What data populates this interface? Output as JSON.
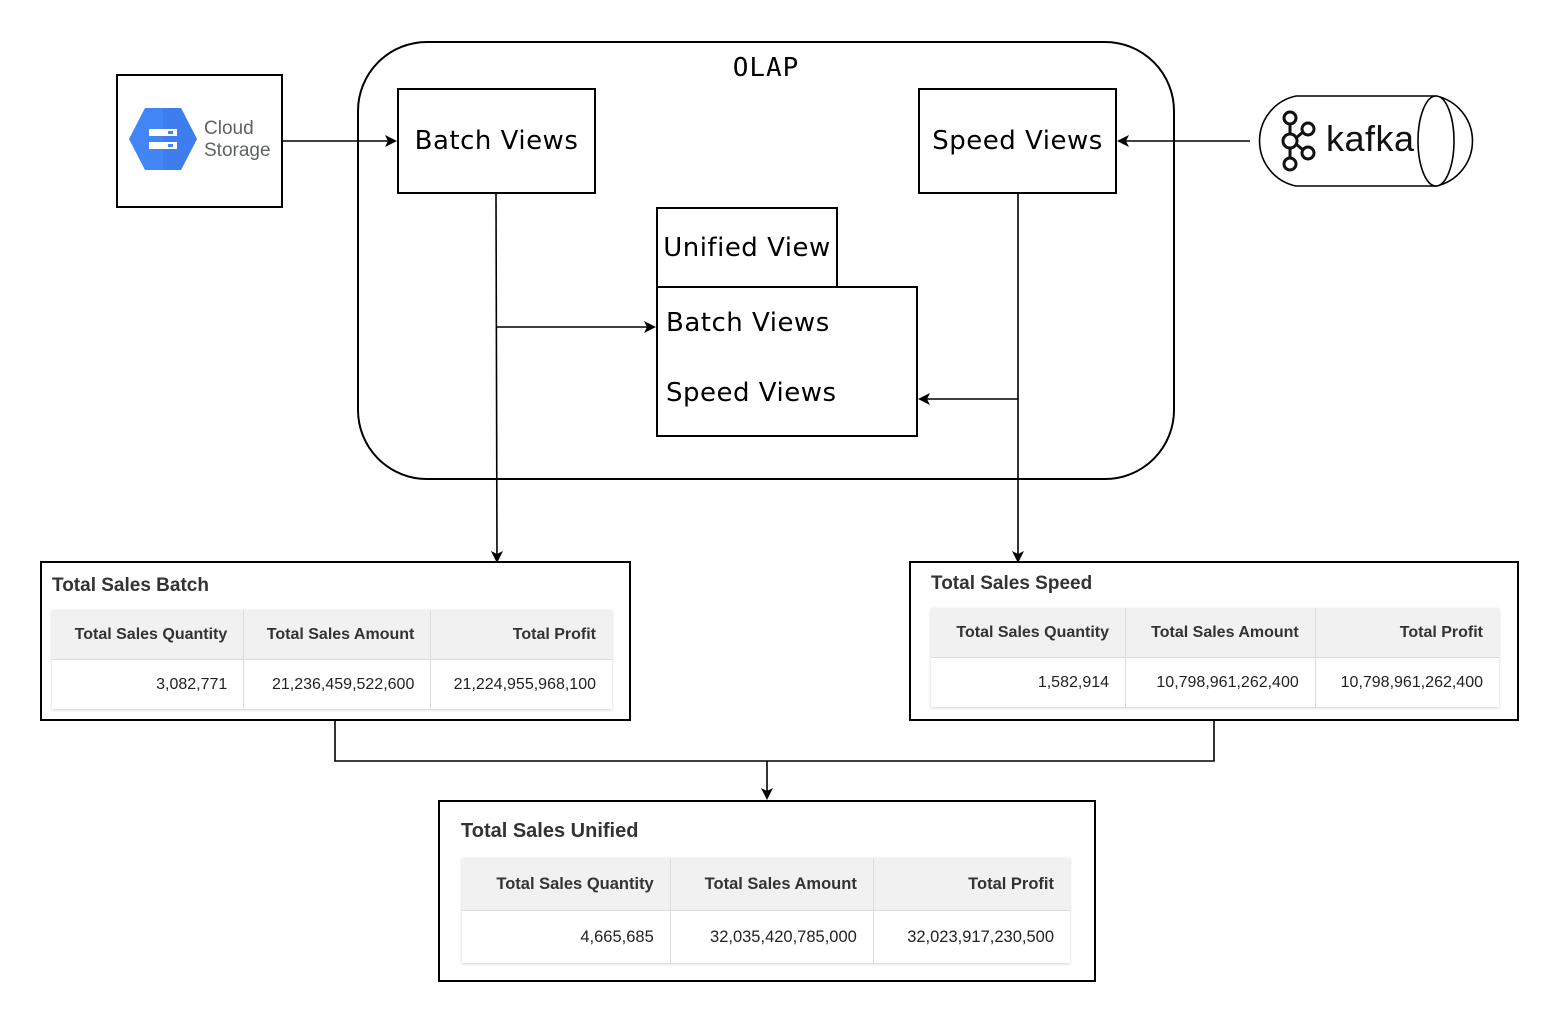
{
  "olap": {
    "title": "OLAP"
  },
  "batch_views": {
    "label": "Batch Views"
  },
  "speed_views": {
    "label": "Speed Views"
  },
  "unified_view": {
    "title": "Unified View",
    "rows": [
      "Batch Views",
      "Speed Views"
    ]
  },
  "sources": {
    "cloud_storage": {
      "line1": "Cloud",
      "line2": "Storage",
      "icon": "google-cloud-storage-icon",
      "color": "#4285f4"
    },
    "kafka": {
      "label": "kafka",
      "icon": "kafka-icon"
    }
  },
  "tables": {
    "batch": {
      "title": "Total Sales Batch",
      "headers": [
        "Total Sales Quantity",
        "Total Sales Amount",
        "Total Profit"
      ],
      "values": [
        "3,082,771",
        "21,236,459,522,600",
        "21,224,955,968,100"
      ]
    },
    "speed": {
      "title": "Total Sales Speed",
      "headers": [
        "Total Sales Quantity",
        "Total Sales Amount",
        "Total Profit"
      ],
      "values": [
        "1,582,914",
        "10,798,961,262,400",
        "10,798,961,262,400"
      ]
    },
    "unified": {
      "title": "Total Sales Unified",
      "headers": [
        "Total Sales Quantity",
        "Total Sales Amount",
        "Total Profit"
      ],
      "values": [
        "4,665,685",
        "32,035,420,785,000",
        "32,023,917,230,500"
      ]
    }
  }
}
